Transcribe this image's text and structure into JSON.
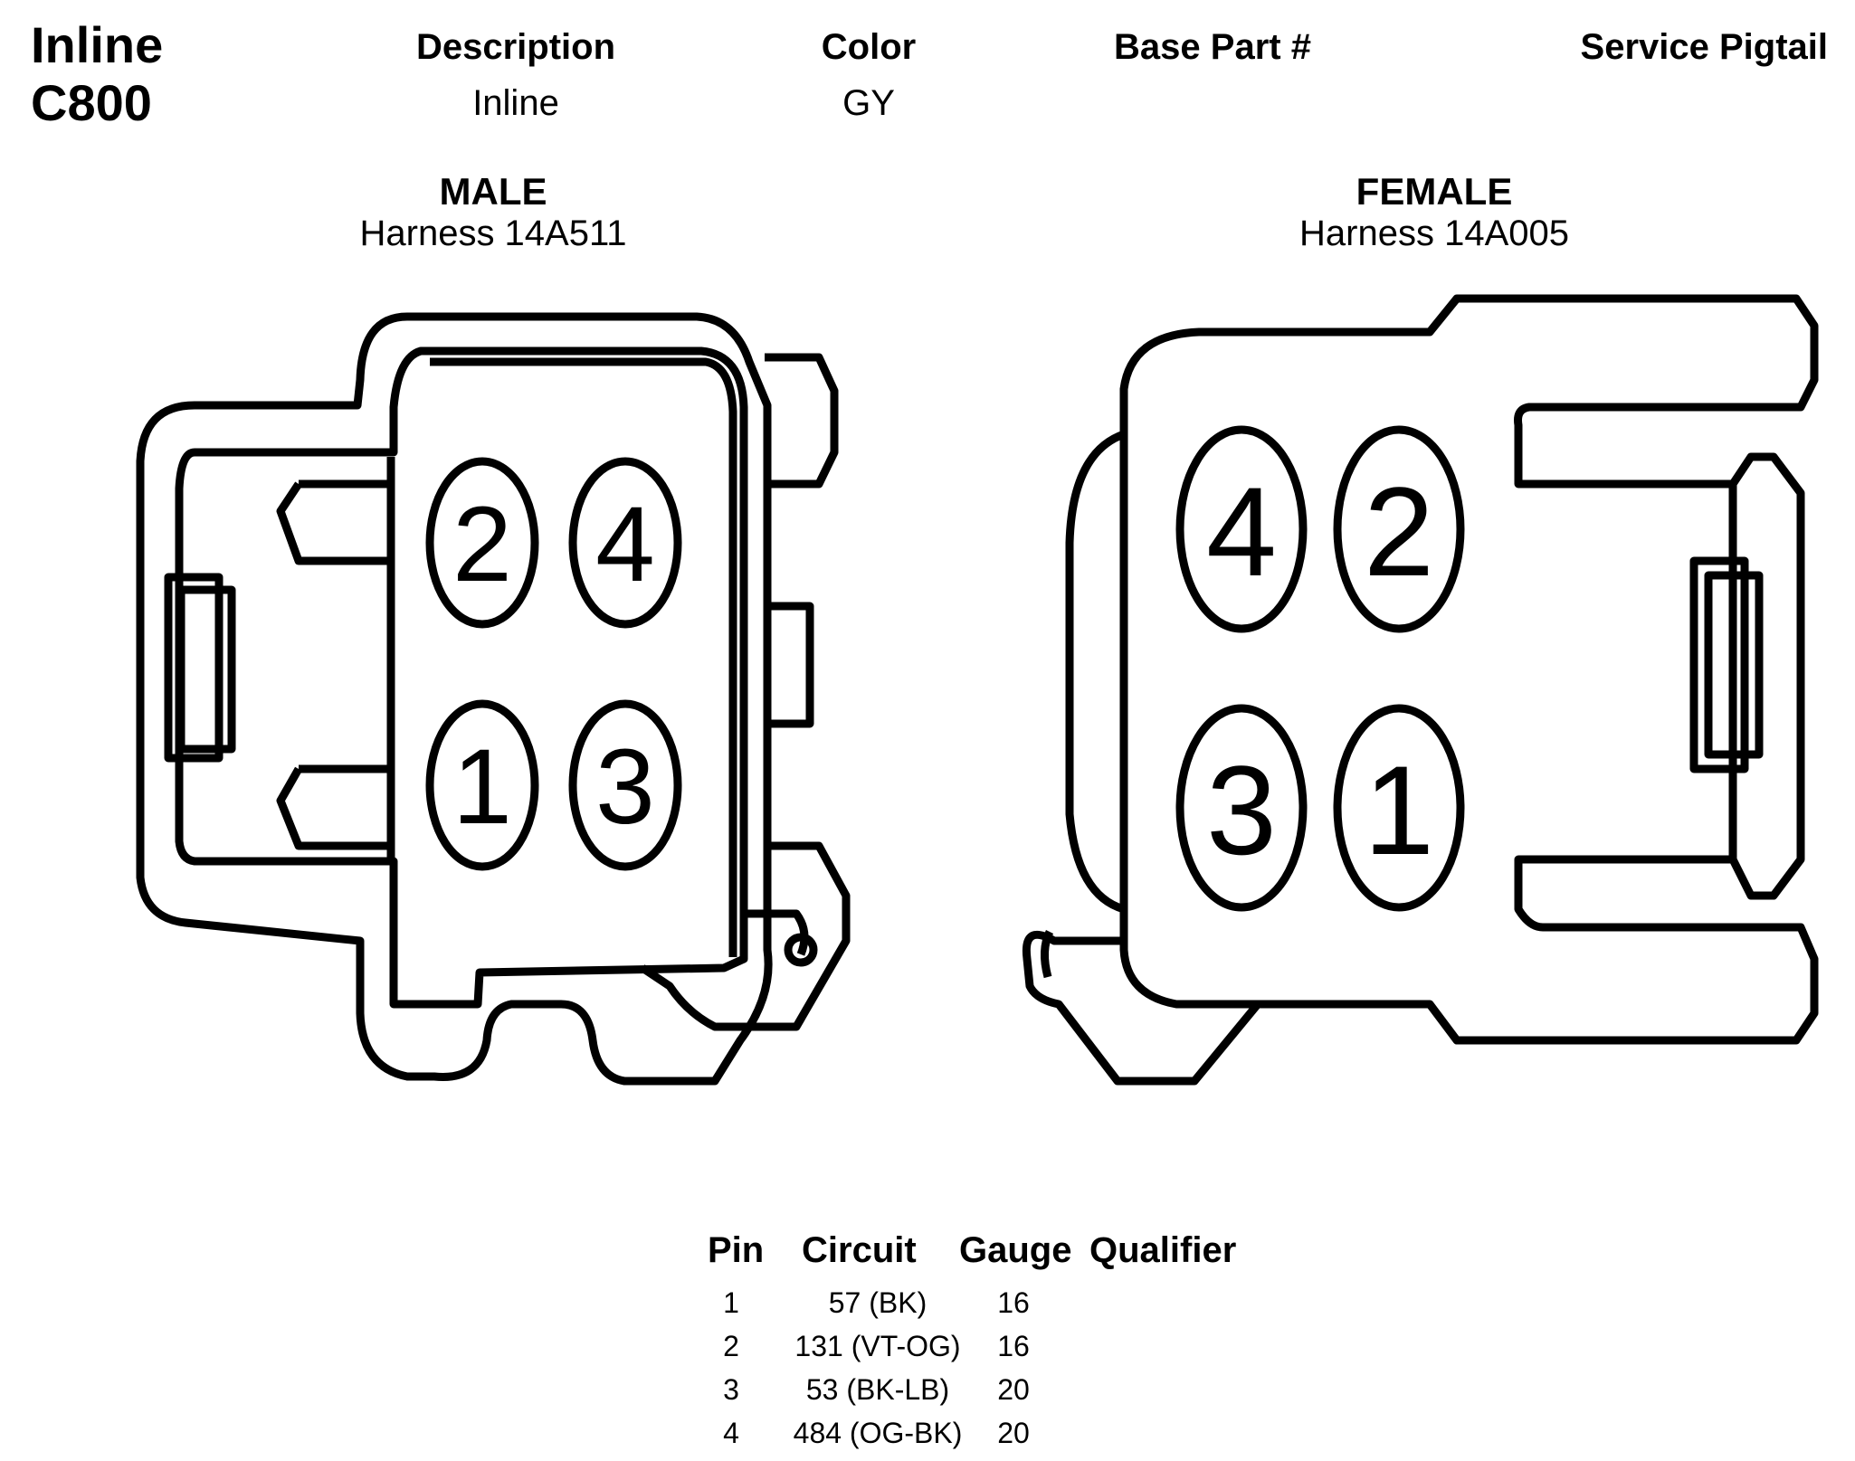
{
  "connector": {
    "line1": "Inline",
    "line2": "C800"
  },
  "header": {
    "description_label": "Description",
    "description_value": "Inline",
    "color_label": "Color",
    "color_value": "GY",
    "base_part_label": "Base Part #",
    "base_part_value": "",
    "service_pigtail_label": "Service Pigtail",
    "service_pigtail_value": ""
  },
  "male": {
    "title": "MALE",
    "harness": "Harness 14A511",
    "pins": [
      "2",
      "4",
      "1",
      "3"
    ]
  },
  "female": {
    "title": "FEMALE",
    "harness": "Harness 14A005",
    "pins": [
      "4",
      "2",
      "3",
      "1"
    ]
  },
  "pin_table": {
    "columns": [
      "Pin",
      "Circuit",
      "Gauge",
      "Qualifier"
    ],
    "rows": [
      {
        "pin": "1",
        "circuit": "57 (BK)",
        "gauge": "16",
        "qualifier": ""
      },
      {
        "pin": "2",
        "circuit": "131 (VT-OG)",
        "gauge": "16",
        "qualifier": ""
      },
      {
        "pin": "3",
        "circuit": "53 (BK-LB)",
        "gauge": "20",
        "qualifier": ""
      },
      {
        "pin": "4",
        "circuit": "484 (OG-BK)",
        "gauge": "20",
        "qualifier": ""
      }
    ]
  }
}
